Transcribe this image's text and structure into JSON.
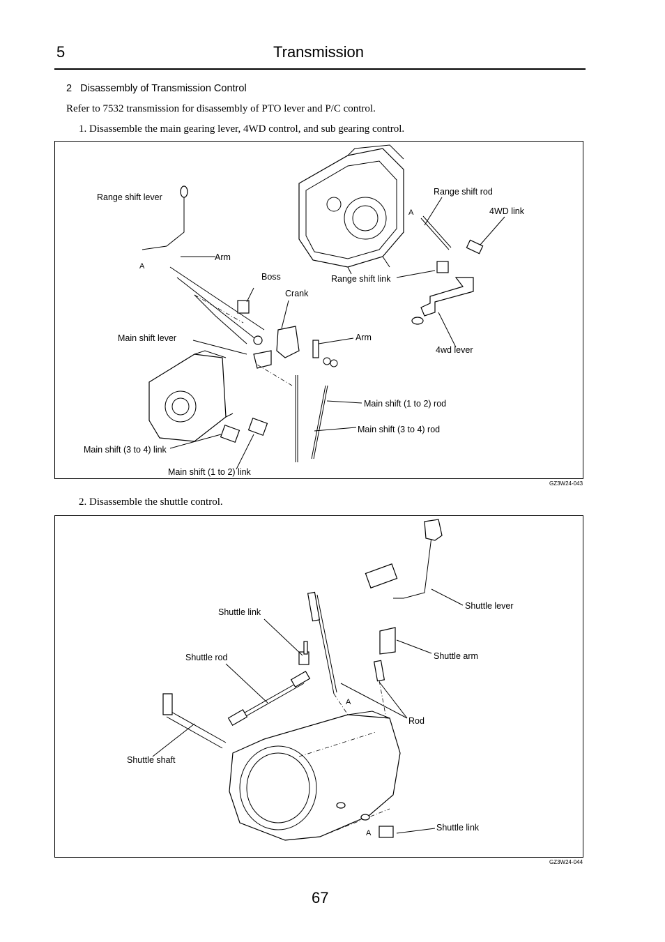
{
  "header": {
    "chapter_number": "5",
    "chapter_title": "Transmission"
  },
  "section": {
    "title": "2   Disassembly of Transmission Control"
  },
  "intro": "Refer to 7532 transmission for disassembly of PTO lever and P/C control.",
  "steps": [
    "1.  Disassemble the main gearing lever, 4WD control, and sub gearing control.",
    "2.  Disassemble the shuttle control."
  ],
  "figure1": {
    "code": "GZ3W24-043",
    "labels": {
      "range_shift_lever": "Range shift lever",
      "arm_top": "Arm",
      "boss": "Boss",
      "crank": "Crank",
      "main_shift_lever": "Main shift lever",
      "arm_mid": "Arm",
      "range_shift_rod": "Range shift rod",
      "wd_link": "4WD link",
      "range_shift_link": "Range shift link",
      "wd_lever": "4wd lever",
      "main_shift_12_rod": "Main shift (1 to 2) rod",
      "main_shift_34_rod": "Main shift (3 to 4) rod",
      "main_shift_34_link": "Main shift (3 to 4) link",
      "main_shift_12_link": "Main shift (1 to 2) link",
      "marker_a": "A"
    }
  },
  "figure2": {
    "code": "GZ3W24-044",
    "labels": {
      "shuttle_lever": "Shuttle lever",
      "shuttle_link_top": "Shuttle link",
      "shuttle_arm": "Shuttle arm",
      "shuttle_rod": "Shuttle rod",
      "rod": "Rod",
      "shuttle_shaft": "Shuttle shaft",
      "shuttle_link_bottom": "Shuttle link",
      "marker_a": "A"
    }
  },
  "footer": {
    "page_number": "67"
  }
}
